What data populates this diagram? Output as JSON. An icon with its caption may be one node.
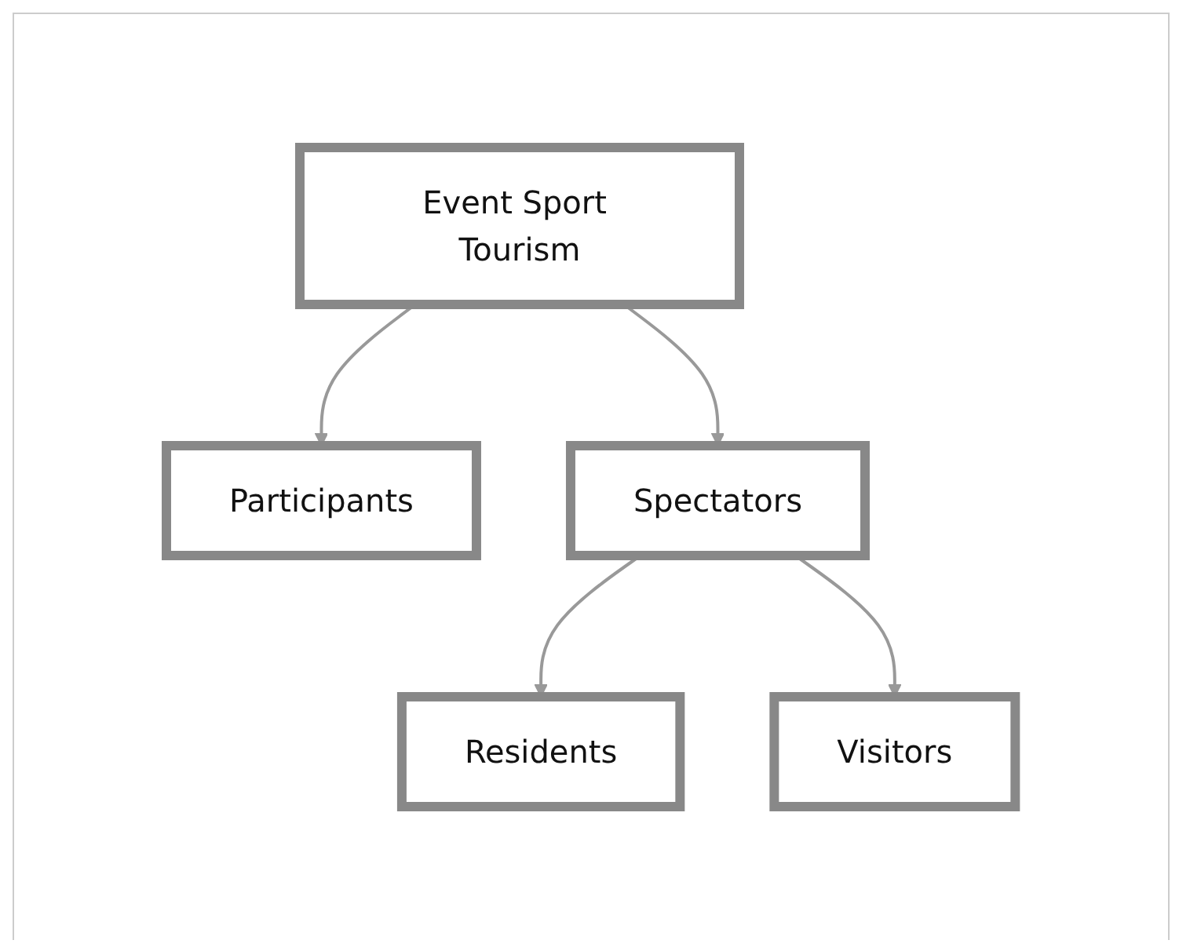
{
  "diagram": {
    "nodes": [
      {
        "text": [
          "Event Sport Tourism"
        ]
      },
      {
        "text": [
          "Participants"
        ]
      },
      {
        "text": [
          "Spectators"
        ]
      },
      {
        "text": [
          "Residents"
        ]
      },
      {
        "text": [
          "Visitors"
        ]
      }
    ],
    "edges": [
      {
        "from": 0,
        "to": 1,
        "arrow": "to"
      },
      {
        "from": 0,
        "to": 2,
        "arrow": "to"
      },
      {
        "from": 2,
        "to": 3,
        "arrow": "to"
      },
      {
        "from": 2,
        "to": 4,
        "arrow": "to"
      }
    ]
  }
}
